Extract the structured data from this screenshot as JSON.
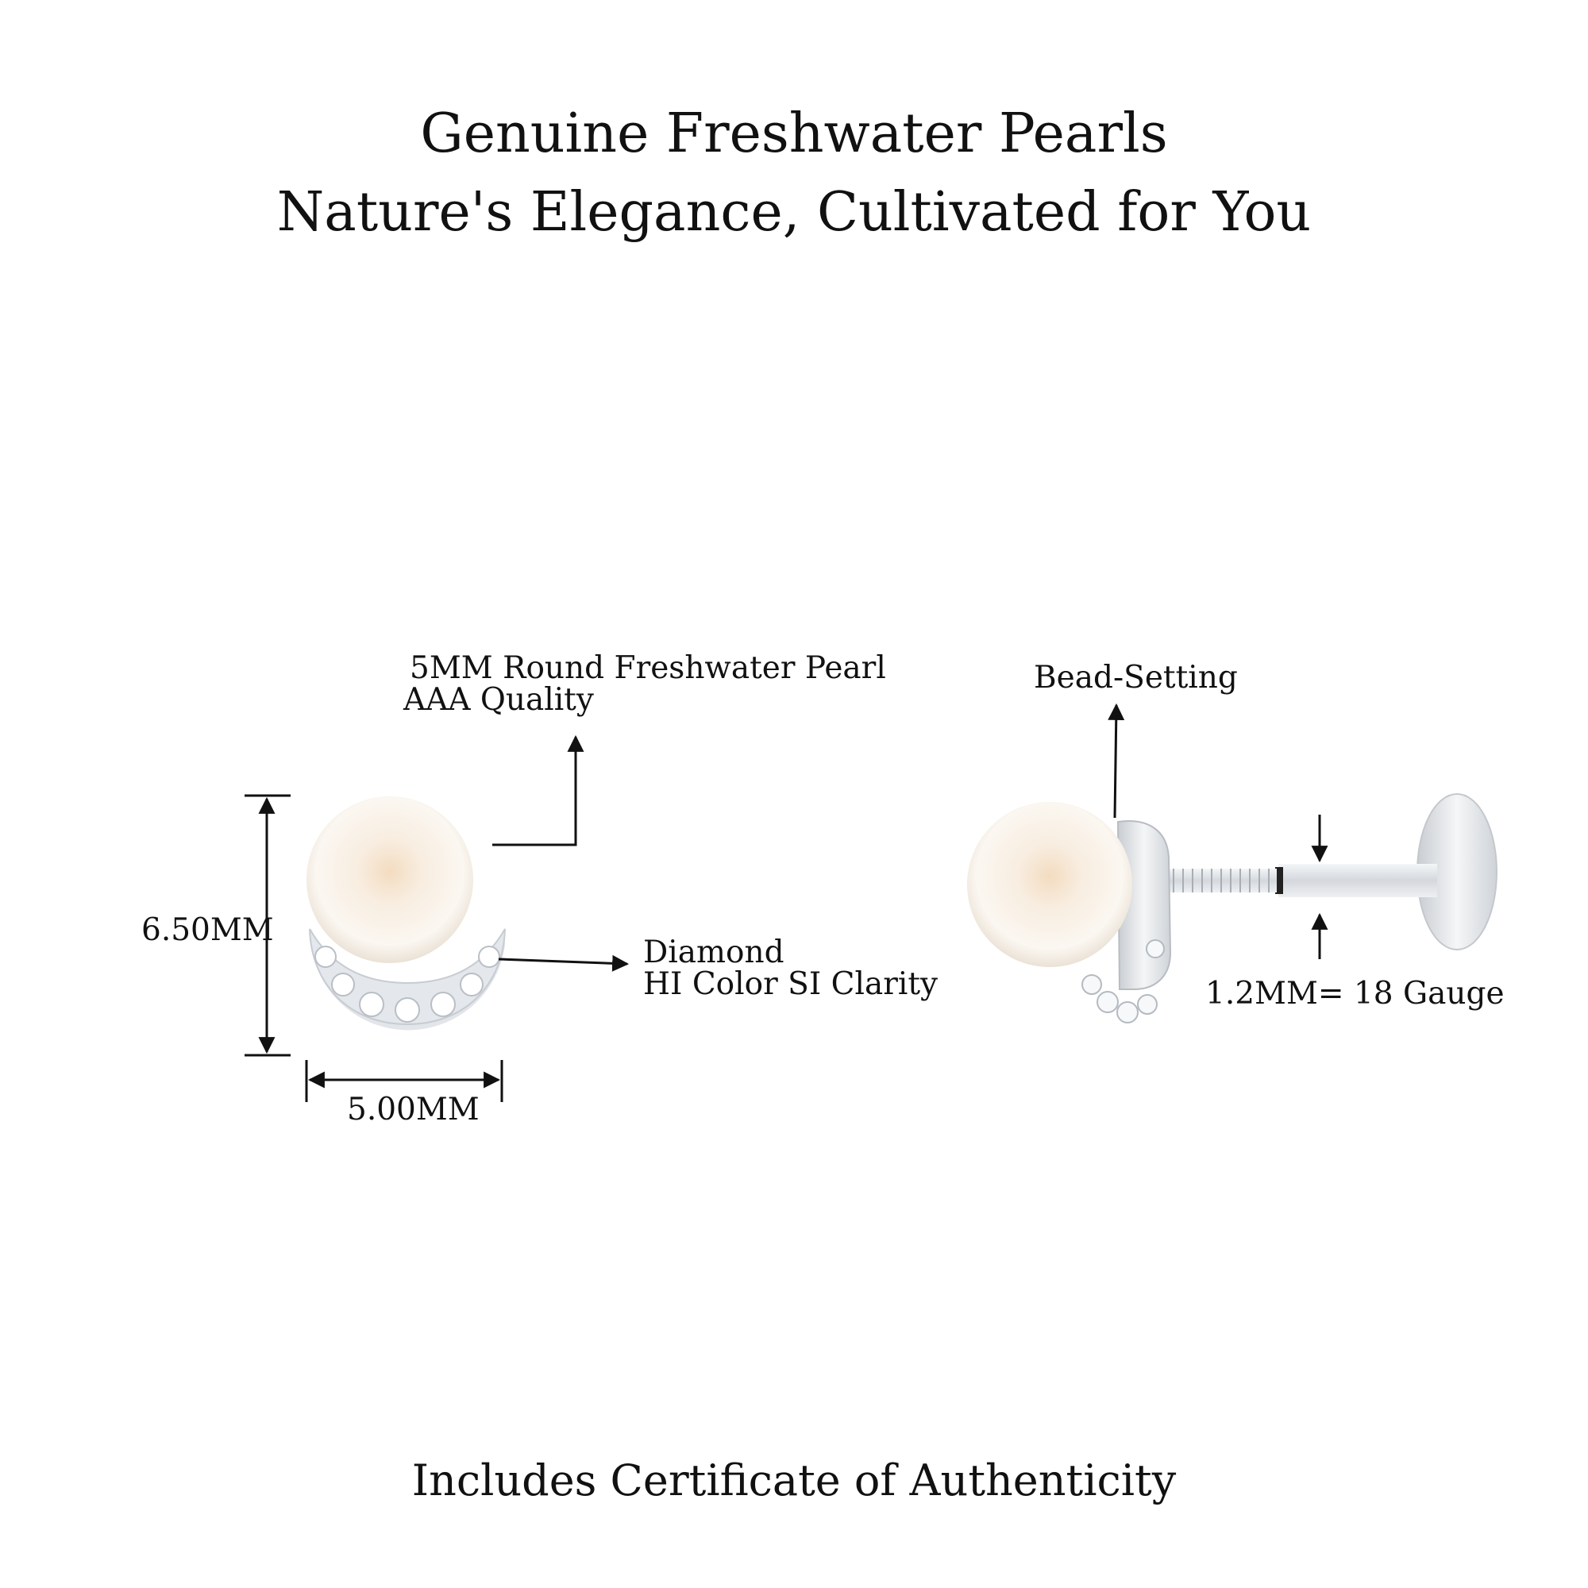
{
  "header": {
    "title": "Genuine Freshwater Pearls",
    "subtitle": "Nature's Elegance, Cultivated for You"
  },
  "front_view": {
    "pearl_label": "5MM Round Freshwater Pearl",
    "pearl_quality": "AAA Quality",
    "diamond_label": "Diamond",
    "diamond_spec": "HI Color SI Clarity",
    "height_label": "6.50MM",
    "width_label": "5.00MM"
  },
  "side_view": {
    "setting_label": "Bead-Setting",
    "gauge_label": "1.2MM=  18 Gauge"
  },
  "footer": {
    "text": "Includes Certificate of Authenticity"
  },
  "colors": {
    "background": "#ffffff",
    "text": "#111111",
    "pearl": "#f7f0e6",
    "metal": "#d9dde2"
  }
}
